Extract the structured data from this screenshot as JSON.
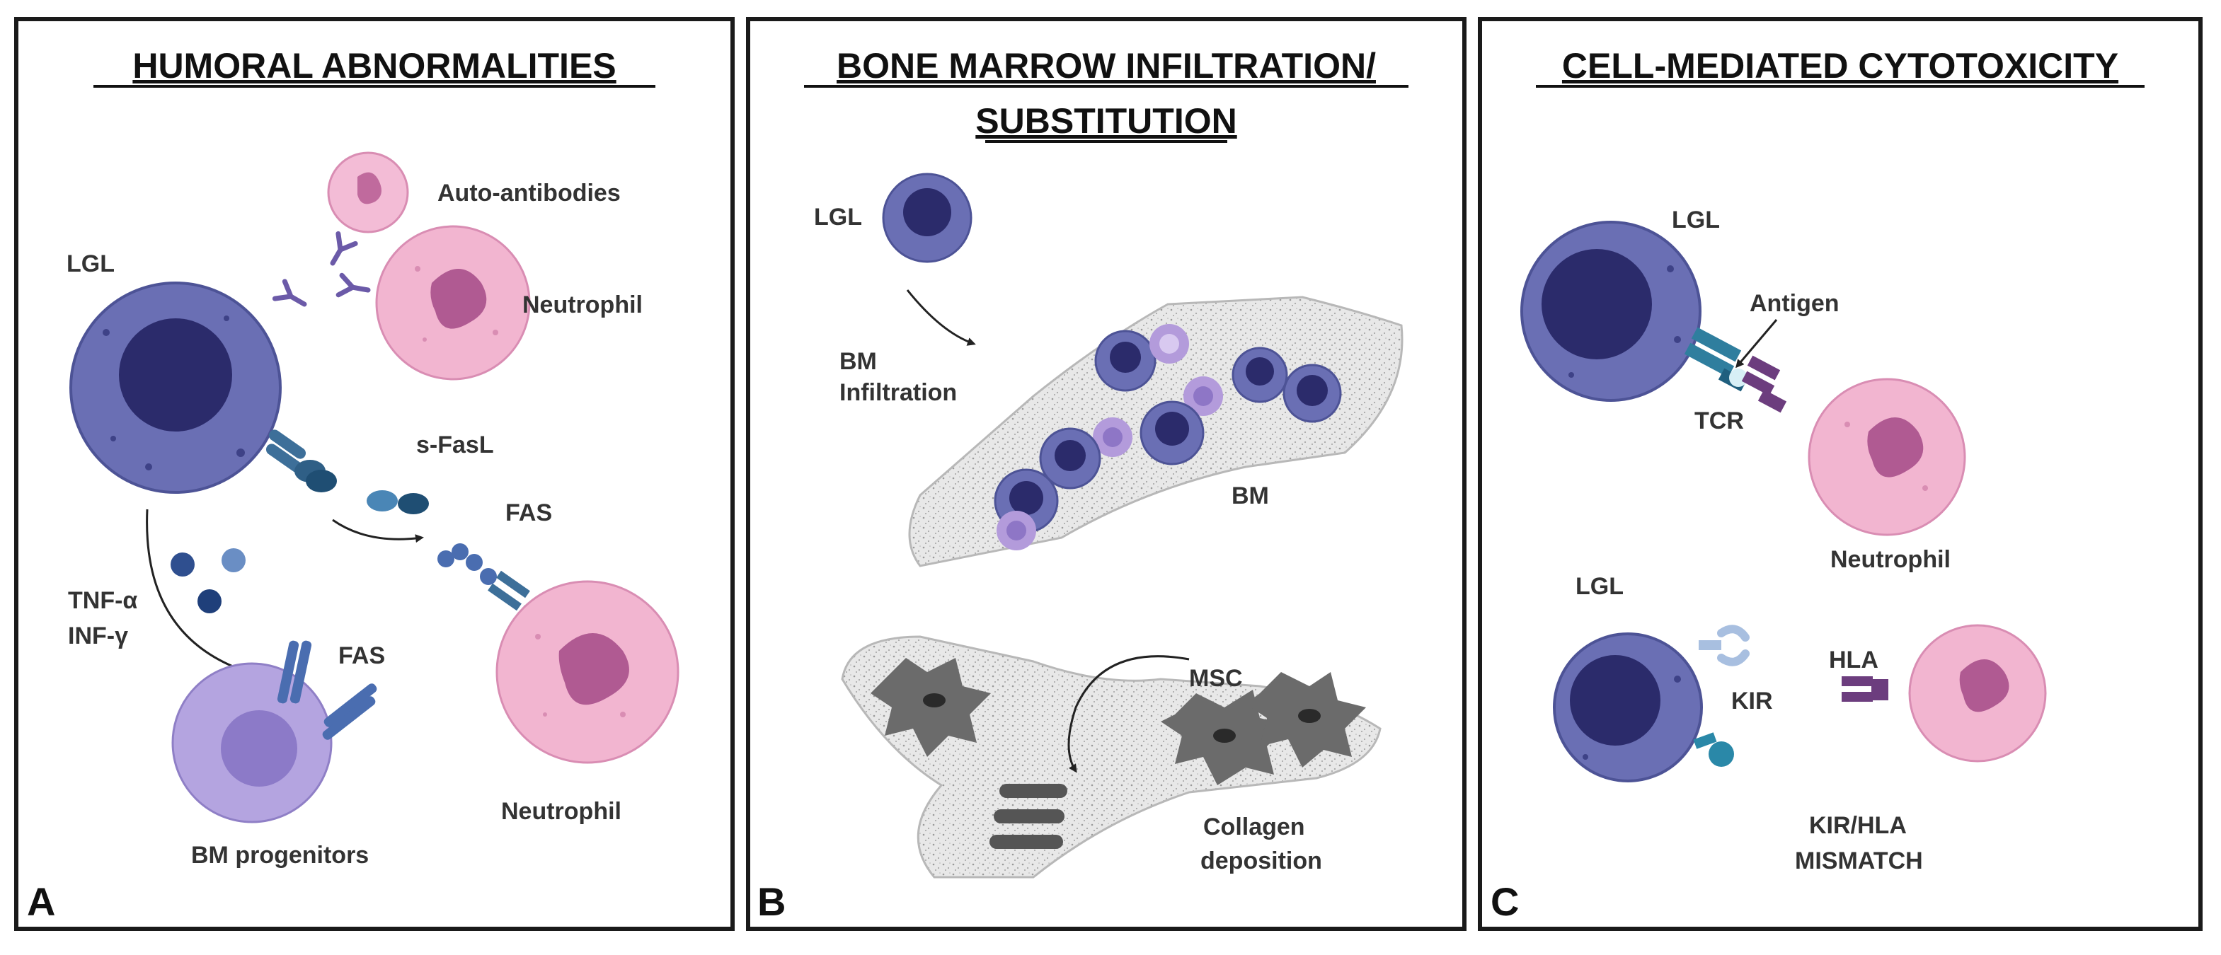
{
  "panels": [
    {
      "letter": "A",
      "title": "HUMORAL ABNORMALITIES",
      "labels": {
        "auto_antibodies": "Auto-antibodies",
        "lgl": "LGL",
        "neutrophil_top": "Neutrophil",
        "s_fasl": "s-FasL",
        "fas_right": "FAS",
        "tnf": "TNF-α",
        "inf": "INF-γ",
        "fas_left": "FAS",
        "neutrophil_bottom": "Neutrophil",
        "bm_progenitors": "BM progenitors"
      }
    },
    {
      "letter": "B",
      "title_line1": "BONE MARROW INFILTRATION/",
      "title_line2": "SUBSTITUTION",
      "labels": {
        "lgl": "LGL",
        "bm_infiltration_1": "BM",
        "bm_infiltration_2": "Infiltration",
        "bm": "BM",
        "msc": "MSC",
        "collagen_1": "Collagen",
        "collagen_2": "deposition"
      }
    },
    {
      "letter": "C",
      "title": "CELL-MEDIATED CYTOTOXICITY",
      "labels": {
        "lgl_top": "LGL",
        "antigen": "Antigen",
        "tcr": "TCR",
        "neutrophil": "Neutrophil",
        "lgl_bottom": "LGL",
        "hla": "HLA",
        "kir": "KIR",
        "mismatch_1": "KIR/HLA",
        "mismatch_2": "MISMATCH"
      }
    }
  ],
  "colors": {
    "lgl_body": "#6a6fb4",
    "lgl_nucleus": "#2b2b6b",
    "neutrophil_body": "#f2b5d0",
    "neutrophil_nucleus": "#b05a92",
    "progenitor_body": "#b4a4e0",
    "receptor_blue": "#3d6f99",
    "antibody_purple": "#6b5aa8",
    "hla_purple": "#6c3d7e",
    "bone_gray": "#d9d9d9",
    "msc_gray": "#6b6b6b"
  }
}
